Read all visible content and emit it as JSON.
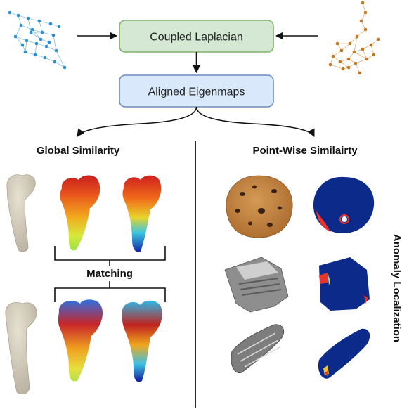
{
  "boxes": {
    "coupled_laplacian": {
      "label": "Coupled Laplacian",
      "fill": "#d5e8d4",
      "stroke": "#82b366"
    },
    "aligned_eigenmaps": {
      "label": "Aligned Eigenmaps",
      "fill": "#dae8fc",
      "stroke": "#6c8ebf"
    }
  },
  "sections": {
    "global_similarity": "Global Similarity",
    "point_wise_similarity": "Point-Wise Similairty",
    "matching": "Matching",
    "anomaly_localization": "Anomaly Localization"
  },
  "graphs": {
    "left_color": "#2b8fd1",
    "right_color": "#c4781b"
  }
}
